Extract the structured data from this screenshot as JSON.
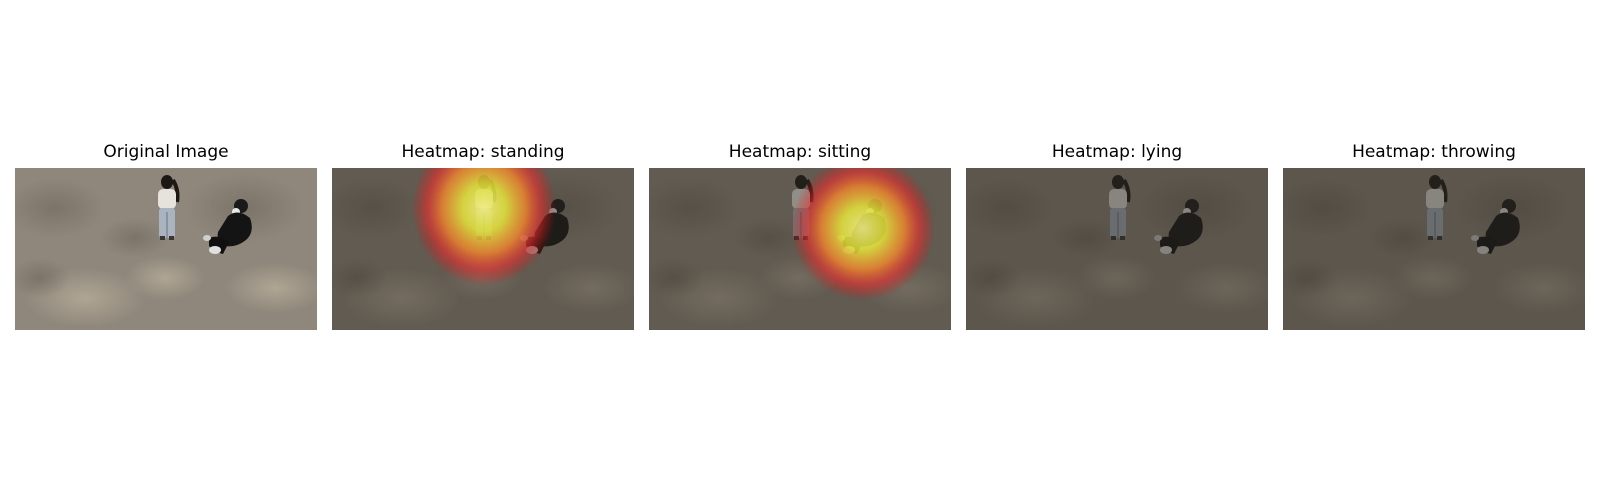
{
  "panels": [
    {
      "title": "Original Image",
      "overlay": "none"
    },
    {
      "title": "Heatmap: standing",
      "overlay": "standing"
    },
    {
      "title": "Heatmap: sitting",
      "overlay": "sitting"
    },
    {
      "title": "Heatmap: lying",
      "overlay": "none"
    },
    {
      "title": "Heatmap: throwing",
      "overlay": "none"
    }
  ],
  "colors": {
    "ground": "#8f877b",
    "dim_overlay": "#2a2520",
    "heat_core": "#f2f23a",
    "heat_mid": "#ff4a2a"
  }
}
